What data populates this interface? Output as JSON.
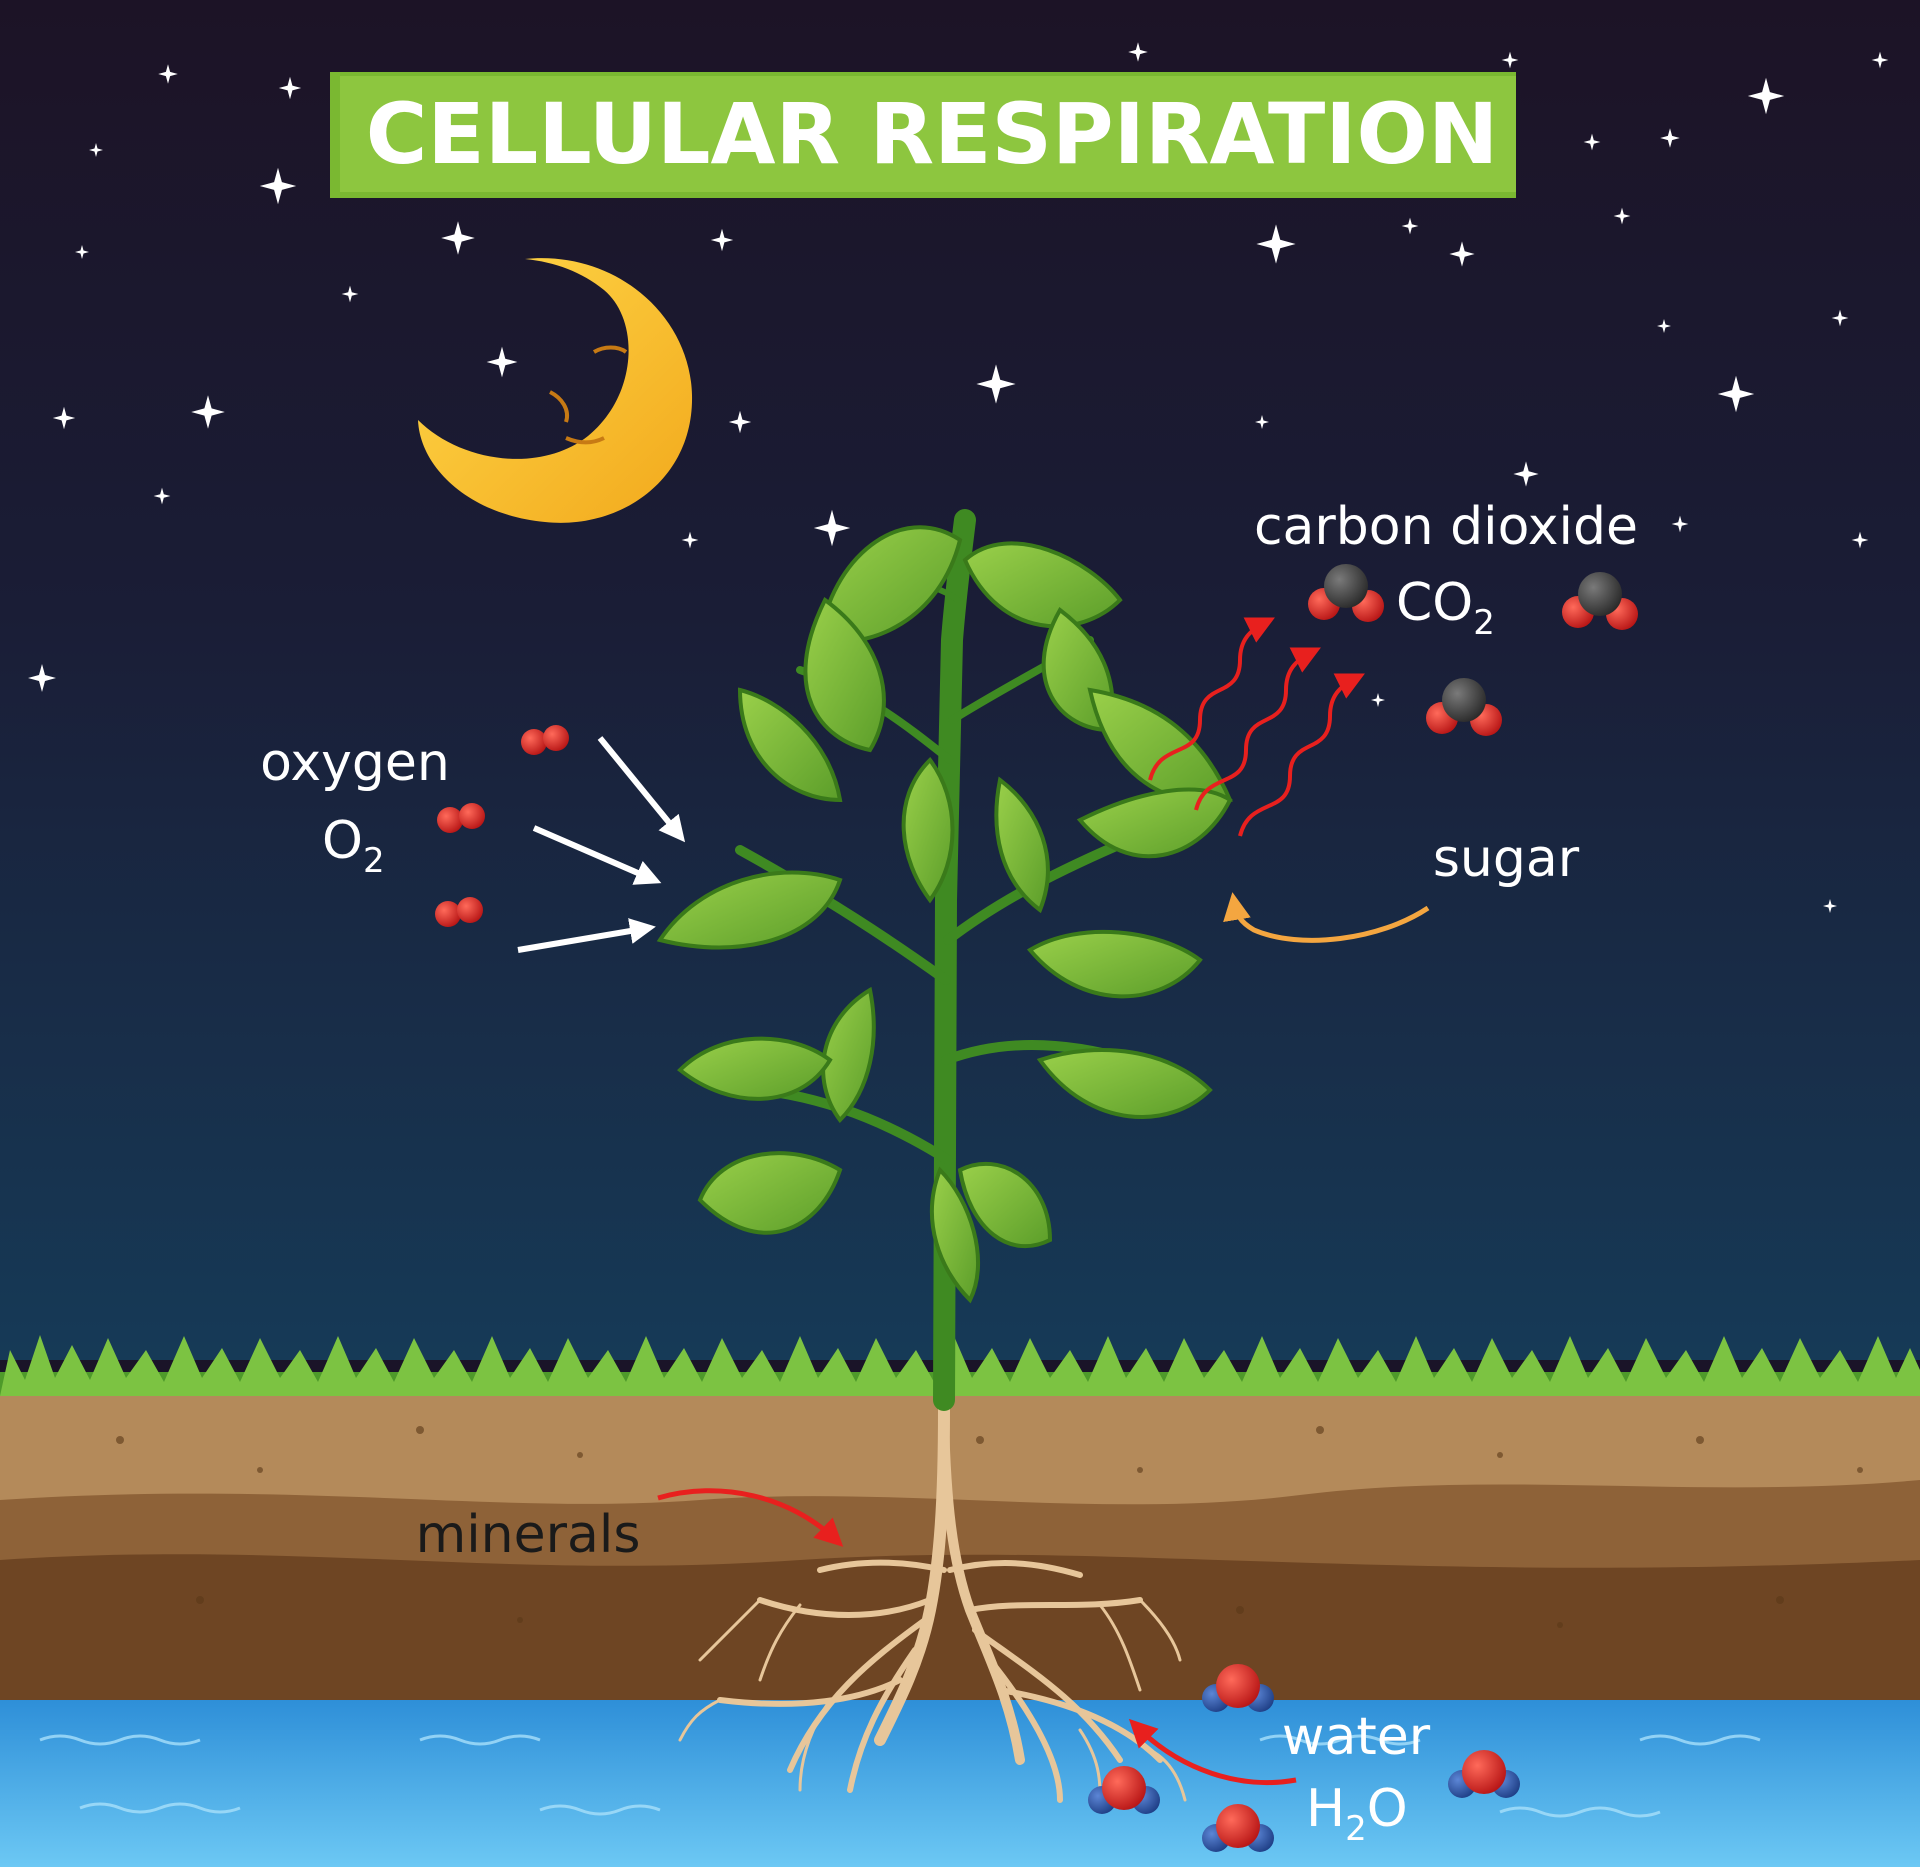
{
  "title": "CELLULAR RESPIRATION",
  "labels": {
    "oxygen": "oxygen",
    "oxygen_formula": "O",
    "oxygen_subscript": "2",
    "carbon_dioxide": "carbon dioxide",
    "carbon_dioxide_formula": "CO",
    "carbon_dioxide_subscript": "2",
    "sugar": "sugar",
    "minerals": "minerals",
    "water": "water",
    "water_formula_h": "H",
    "water_subscript": "2",
    "water_formula_o": "O"
  },
  "colors": {
    "sky_top": "#1c1326",
    "sky_bottom": "#16344f",
    "title_bar": "#8dc63f",
    "moon": "#f6c12c",
    "leaf": "#79b83a",
    "stem": "#3f8a22",
    "grass": "#6fbf3a",
    "soil_top": "#b48a5a",
    "soil_mid": "#8e6238",
    "soil_deep": "#6e4523",
    "root": "#e7c69a",
    "water": "#3fa5e6",
    "oxygen_atom": "#d42d2d",
    "carbon_atom": "#444444",
    "hydrogen_atom": "#2f5aa8",
    "arrow_in": "#ffffff",
    "arrow_out": "#e8201e",
    "sugar_arrow": "#f4a640",
    "label_light": "#ffffff",
    "label_dark": "#1a1a1a"
  },
  "icons": {
    "moon": "sleeping-crescent-moon-icon",
    "star": "sparkle-star-icon",
    "oxygen_molecule": "o2-molecule-icon",
    "co2_molecule": "co2-molecule-icon",
    "water_molecule": "h2o-molecule-icon"
  }
}
